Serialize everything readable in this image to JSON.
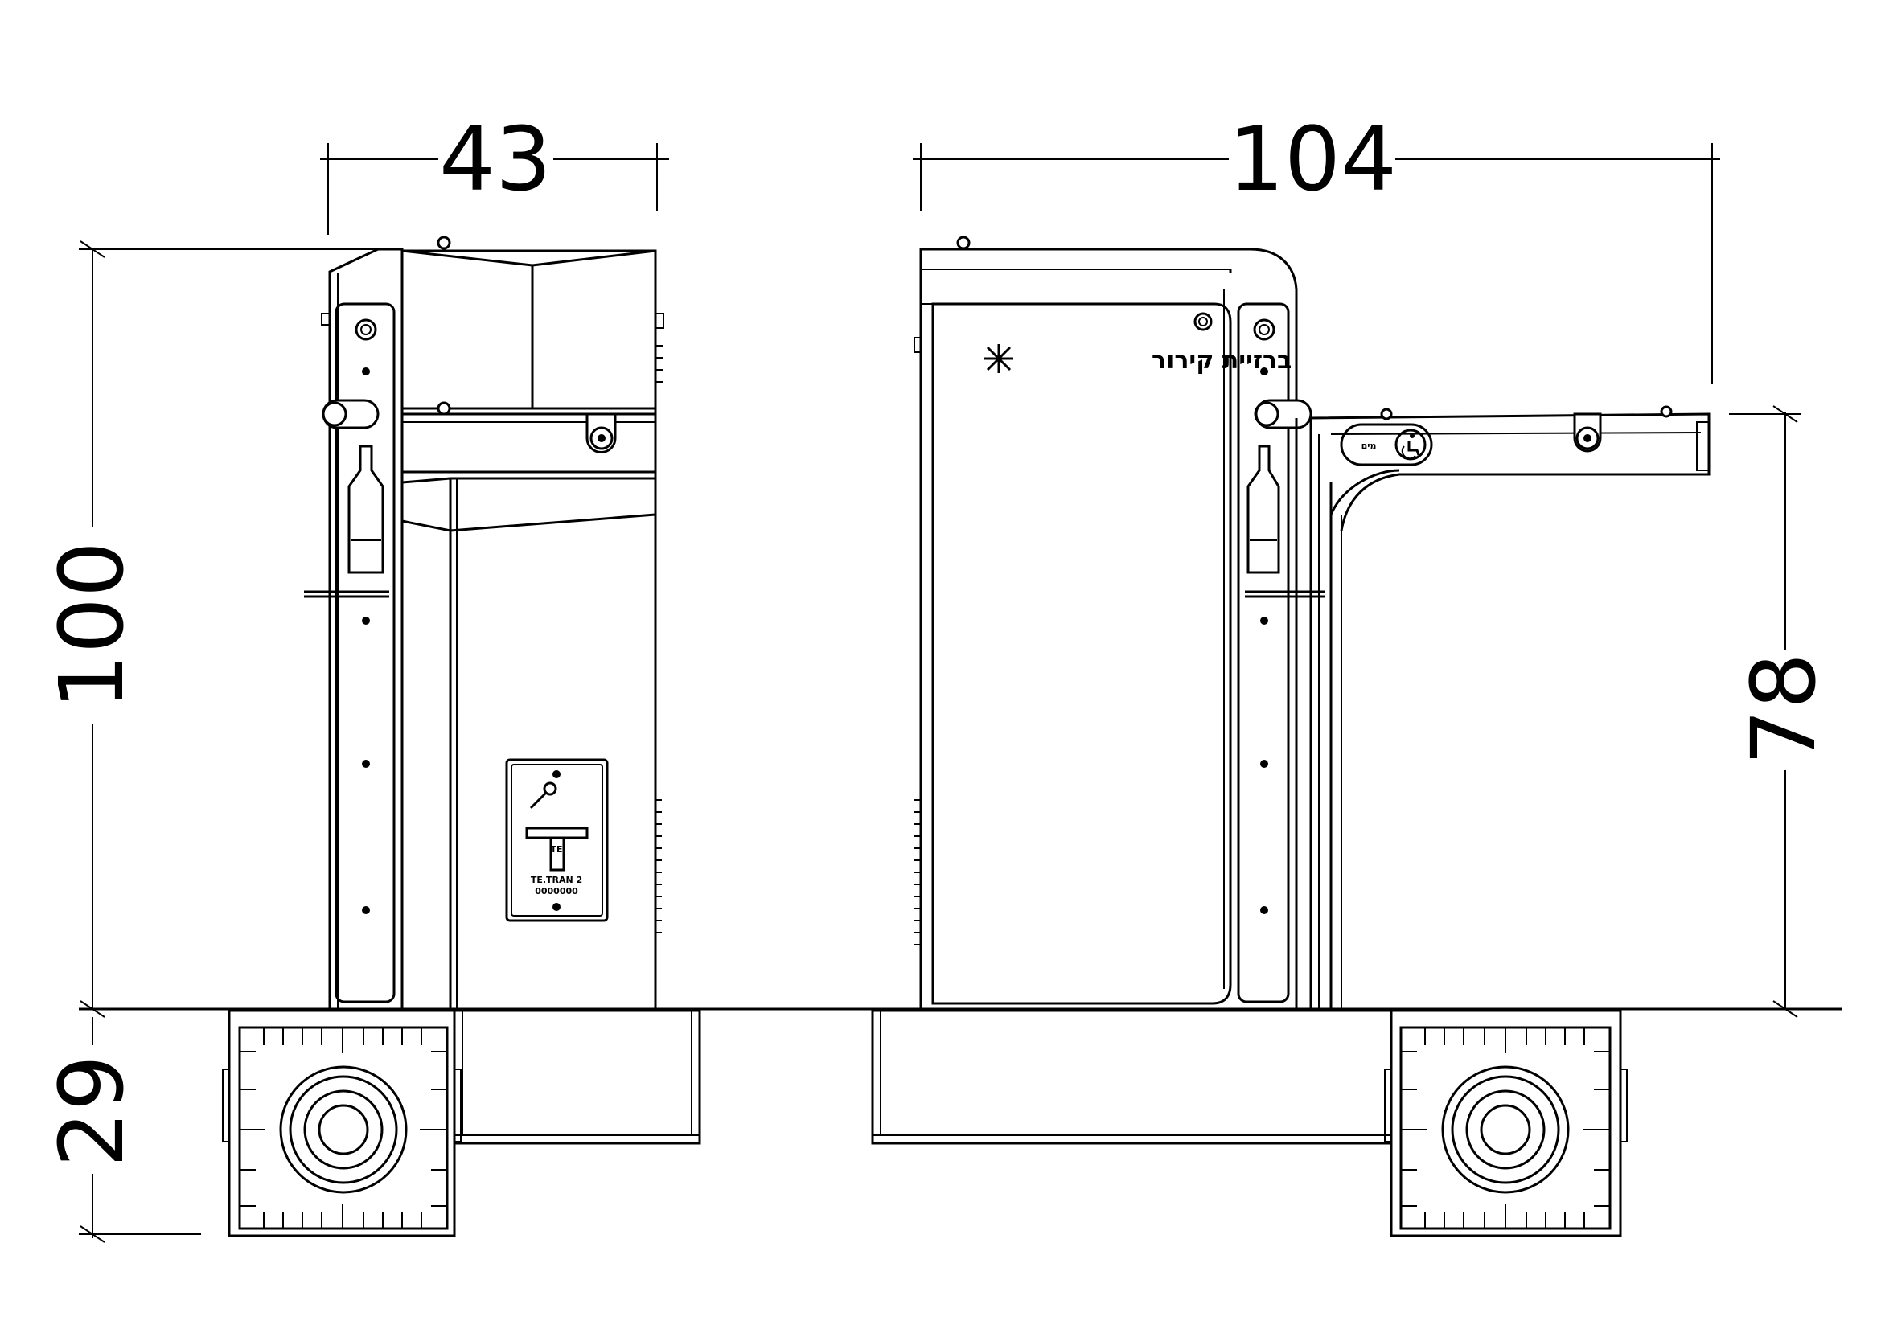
{
  "dimensions": {
    "side_width": "43",
    "front_width": "104",
    "total_height": "100",
    "base_height": "29",
    "bowl_height": "78"
  },
  "labels": {
    "cooler_label": "ברזיית קירור",
    "plate_line_1": "TE",
    "plate_line_2": "TE.TRAN 2",
    "plate_line_3": "0000000",
    "badge_text": "מים"
  },
  "icons": [
    "snowflake-icon",
    "wrench-icon",
    "accessibility-icon",
    "bottle-icon"
  ]
}
